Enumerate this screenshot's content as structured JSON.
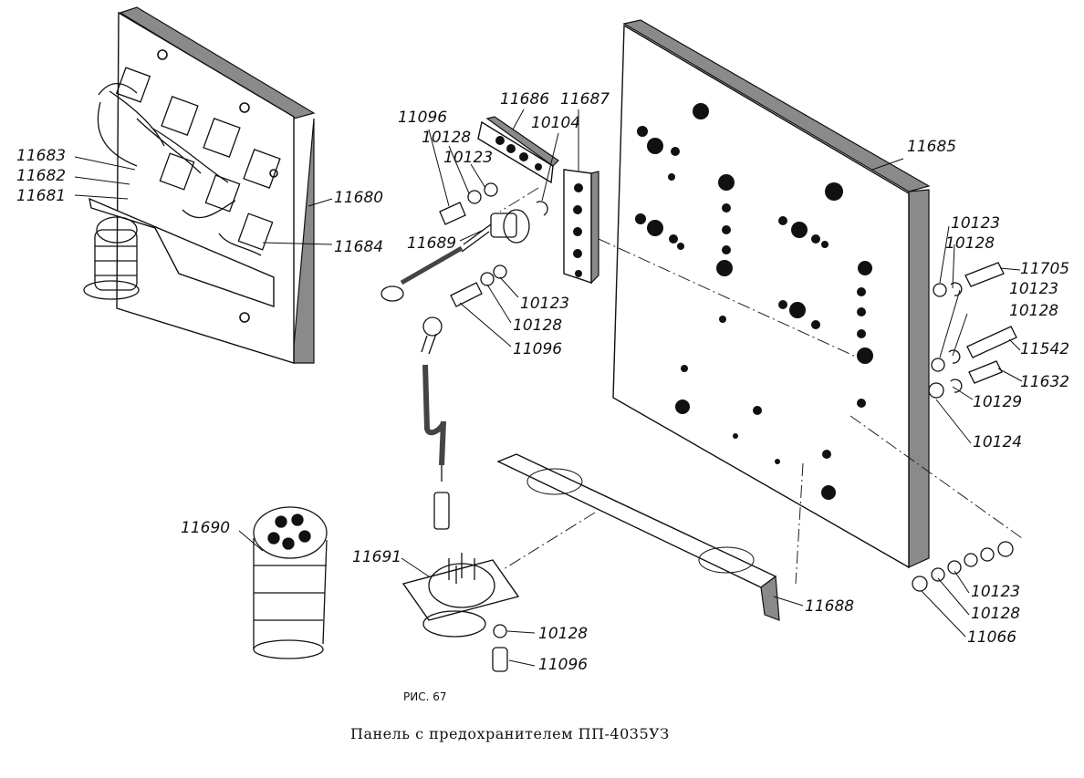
{
  "figure_label": "РИС. 67",
  "caption": "Панель с предохранителем ПП-4035УЗ",
  "callouts": [
    {
      "id": "c1",
      "text": "11683"
    },
    {
      "id": "c2",
      "text": "11682"
    },
    {
      "id": "c3",
      "text": "11681"
    },
    {
      "id": "c4",
      "text": "11680"
    },
    {
      "id": "c5",
      "text": "11684"
    },
    {
      "id": "c6",
      "text": "11096"
    },
    {
      "id": "c7",
      "text": "10128"
    },
    {
      "id": "c8",
      "text": "10123"
    },
    {
      "id": "c9",
      "text": "11686"
    },
    {
      "id": "c10",
      "text": "10104"
    },
    {
      "id": "c11",
      "text": "11687"
    },
    {
      "id": "c12",
      "text": "11689"
    },
    {
      "id": "c13",
      "text": "10123"
    },
    {
      "id": "c14",
      "text": "10128"
    },
    {
      "id": "c15",
      "text": "11096"
    },
    {
      "id": "c16",
      "text": "11685"
    },
    {
      "id": "c17",
      "text": "10123"
    },
    {
      "id": "c18",
      "text": "10128"
    },
    {
      "id": "c19",
      "text": "11705"
    },
    {
      "id": "c20",
      "text": "10123"
    },
    {
      "id": "c21",
      "text": "10128"
    },
    {
      "id": "c22",
      "text": "11542"
    },
    {
      "id": "c23",
      "text": "11632"
    },
    {
      "id": "c24",
      "text": "10129"
    },
    {
      "id": "c25",
      "text": "10124"
    },
    {
      "id": "c26",
      "text": "11690"
    },
    {
      "id": "c27",
      "text": "11691"
    },
    {
      "id": "c28",
      "text": "11688"
    },
    {
      "id": "c29",
      "text": "10128"
    },
    {
      "id": "c30",
      "text": "11096"
    },
    {
      "id": "c31",
      "text": "10123"
    },
    {
      "id": "c32",
      "text": "10128"
    },
    {
      "id": "c33",
      "text": "11066"
    }
  ]
}
